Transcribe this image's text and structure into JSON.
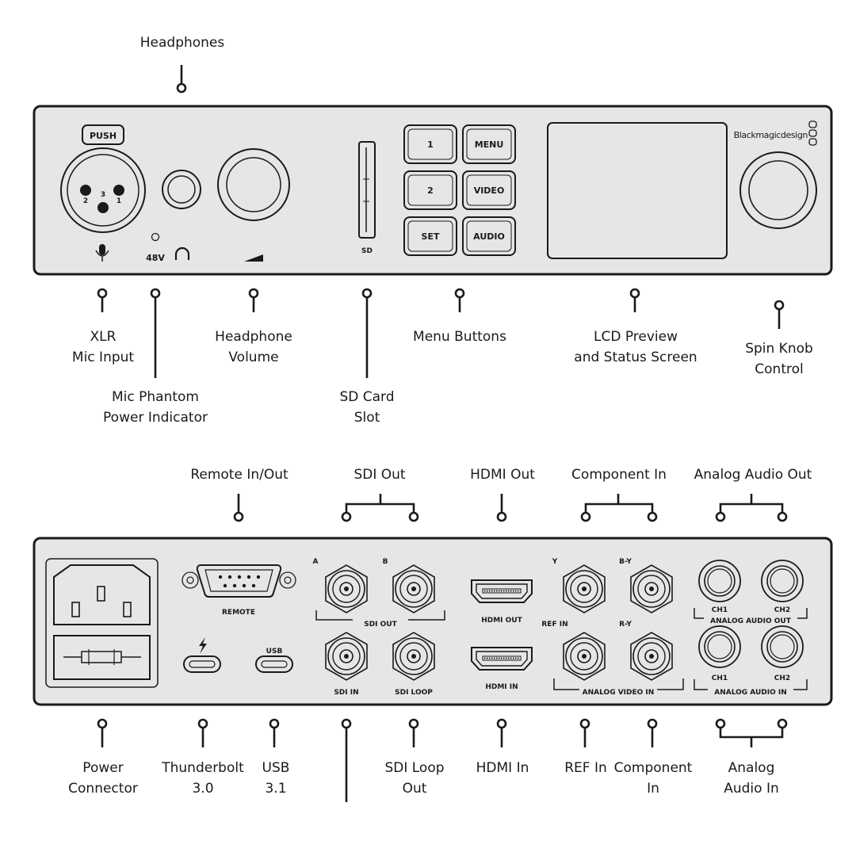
{
  "front_labels": {
    "headphones": "Headphones",
    "xlr_mic_input": [
      "XLR",
      "Mic Input"
    ],
    "mic_phantom_power_indicator": [
      "Mic Phantom",
      "Power Indicator"
    ],
    "headphone_volume": [
      "Headphone",
      "Volume"
    ],
    "sd_card_slot": [
      "SD Card",
      "Slot"
    ],
    "menu_buttons": "Menu Buttons",
    "lcd_preview": [
      "LCD Preview",
      "and Status Screen"
    ],
    "spin_knob": [
      "Spin Knob",
      "Control"
    ]
  },
  "front_panel": {
    "push": "PUSH",
    "pin2": "2",
    "pin3": "3",
    "pin1": "1",
    "phantom": "48V",
    "sd": "SD",
    "buttons": [
      "1",
      "MENU",
      "2",
      "VIDEO",
      "SET",
      "AUDIO"
    ],
    "brand": "Blackmagicdesign"
  },
  "rear_top_labels": {
    "remote": "Remote In/Out",
    "sdi_out": "SDI Out",
    "hdmi_out": "HDMI Out",
    "component_in": "Component In",
    "analog_audio_out": "Analog Audio Out"
  },
  "rear_bottom_labels": {
    "power": [
      "Power",
      "Connector"
    ],
    "thunderbolt": [
      "Thunderbolt",
      "3.0"
    ],
    "usb": [
      "USB",
      "3.1"
    ],
    "sdi_loop": [
      "SDI Loop",
      "Out"
    ],
    "hdmi_in": "HDMI In",
    "ref_in": "REF In",
    "component_in": [
      "Component",
      "In"
    ],
    "analog_audio_in": [
      "Analog",
      "Audio In"
    ]
  },
  "rear_panel": {
    "remote": "REMOTE",
    "usb": "USB",
    "sdi_a": "A",
    "sdi_b": "B",
    "sdi_out": "SDI OUT",
    "sdi_in": "SDI IN",
    "sdi_loop": "SDI LOOP",
    "hdmi_out": "HDMI OUT",
    "hdmi_in": "HDMI IN",
    "y": "Y",
    "by": "B-Y",
    "ref_in": "REF IN",
    "ry": "R-Y",
    "analog_video_in": "ANALOG VIDEO IN",
    "ch1_out": "CH1",
    "ch2_out": "CH2",
    "analog_audio_out": "ANALOG AUDIO OUT",
    "ch1_in": "CH1",
    "ch2_in": "CH2",
    "analog_audio_in": "ANALOG AUDIO IN"
  },
  "colors": {
    "panel": "#e6e6e6",
    "stroke": "#1a1a1a",
    "background": "#ffffff"
  }
}
